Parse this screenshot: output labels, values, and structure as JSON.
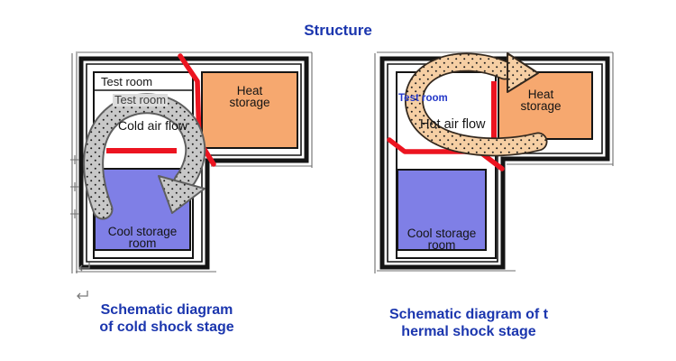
{
  "title": "Structure",
  "colors": {
    "title_blue": "#1b36ae",
    "caption_blue": "#1b36ae",
    "test_room_blue": "#2438c8",
    "heat_fill": "#f6a86f",
    "cool_fill": "#7f7fe6",
    "damper_red": "#ec1420",
    "arrow_gray_fill": "#c8c8c8",
    "arrow_tan_fill": "#f6cfa4"
  },
  "left_diagram": {
    "test_room_label_1": "Test room",
    "test_room_label_2": "Test room",
    "flow_label": "Cold air flow",
    "heat_storage_line1": "Heat",
    "heat_storage_line2": "storage",
    "cool_storage_line1": "Cool storage",
    "cool_storage_line2": "room",
    "caption_line1": "Schematic diagram",
    "caption_line2": "of cold shock stage"
  },
  "right_diagram": {
    "test_room_label": "Test room",
    "flow_label": "Hot air flow",
    "heat_storage_line1": "Heat",
    "heat_storage_line2": "storage",
    "cool_storage_line1": "Cool storage",
    "cool_storage_line2": "room",
    "caption_line1": "Schematic diagram of t",
    "caption_line2": "hermal shock stage"
  }
}
